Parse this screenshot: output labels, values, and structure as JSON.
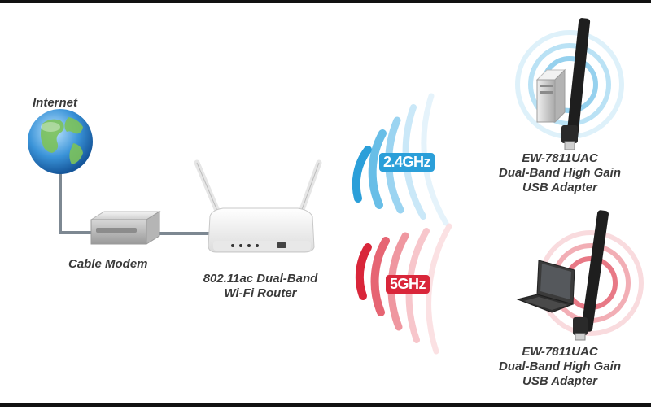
{
  "labels": {
    "internet": "Internet",
    "cable_modem": "Cable Modem",
    "router_line1": "802.11ac Dual-Band",
    "router_line2": "Wi-Fi Router",
    "adapter_top": {
      "line1": "EW-7811UAC",
      "line2": "Dual-Band High Gain",
      "line3": "USB Adapter"
    },
    "adapter_bottom": {
      "line1": "EW-7811UAC",
      "line2": "Dual-Band High Gain",
      "line3": "USB Adapter"
    }
  },
  "bands": {
    "band_24": {
      "label": "2.4GHz",
      "color": "#2b9fd9"
    },
    "band_5": {
      "label": "5GHz",
      "color": "#d9263a"
    }
  },
  "colors": {
    "cable": "#7d8892",
    "label_text": "#3a3a3a",
    "frame": "#111111"
  },
  "icons": {
    "globe": "globe-icon",
    "modem": "cable-modem-icon",
    "router": "router-icon",
    "desktop": "desktop-pc-icon",
    "laptop": "laptop-icon",
    "usb_adapter": "usb-adapter-icon"
  }
}
